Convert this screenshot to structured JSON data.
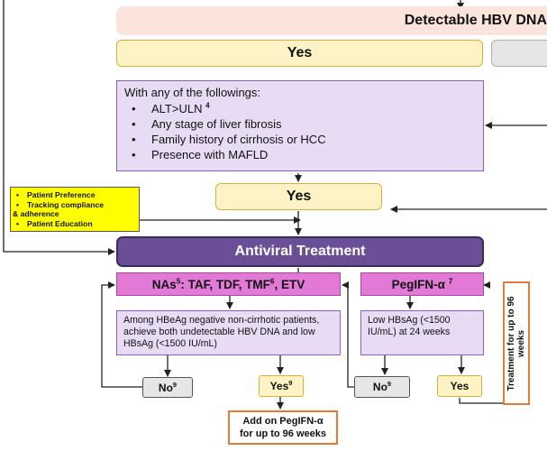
{
  "colors": {
    "pink_header": "#fbe4dc",
    "yellow_box": "#fdf3c4",
    "yellow_border": "#d2b23c",
    "purple_box": "#e8dcf5",
    "purple_border": "#8d5fb8",
    "antiviral_fill": "#6a4f96",
    "antiviral_border": "#3a2b58",
    "magenta_box": "#e379d6",
    "note_yellow": "#ffff00",
    "gray_box": "#e6e6e6",
    "orange_border": "#e07b39"
  },
  "header": {
    "detectable": "Detectable HBV DNA"
  },
  "yes_top": "Yes",
  "criteria": {
    "title": "With any of the followings:",
    "items": [
      {
        "text": "ALT>ULN",
        "sup": "4"
      },
      {
        "text": "Any stage of liver fibrosis",
        "sup": ""
      },
      {
        "text": "Family history of cirrhosis or HCC",
        "sup": ""
      },
      {
        "text": "Presence with MAFLD",
        "sup": ""
      }
    ]
  },
  "yes_mid": "Yes",
  "patient_note": {
    "items": [
      "Patient Preference",
      "Tracking compliance",
      "& adherence",
      "Patient Education"
    ]
  },
  "antiviral": "Antiviral Treatment",
  "nas": {
    "pre": "NAs",
    "sup1": "5",
    "mid": ": TAF, TDF, TMF",
    "sup2": "6",
    "post": ", ETV"
  },
  "peg": {
    "label": "PegIFN-α",
    "sup": "7"
  },
  "nas_goal": "Among HBeAg negative non-cirrhotic patients, achieve both undetectable HBV DNA and low HBsAg (<1500 IU/mL)",
  "peg_goal": "Low HBsAg (<1500 IU/mL) at 24 weeks",
  "no_left": {
    "text": "No",
    "sup": "9"
  },
  "yes_left": {
    "text": "Yes",
    "sup": "9"
  },
  "no_right": {
    "text": "No",
    "sup": "9"
  },
  "yes_right": "Yes",
  "add_on": "Add on PegIFN-α for up to 96 weeks",
  "treatment_vertical": "Treatment for up to 96 weeks"
}
